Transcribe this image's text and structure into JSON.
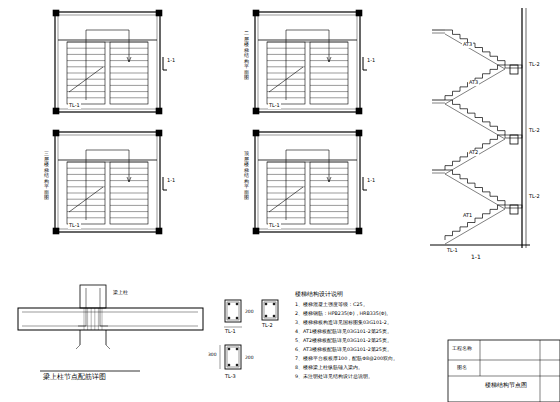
{
  "diagram": {
    "labels": [
      "1-1",
      "1-1",
      "1-1",
      "1-1",
      "二层楼梯结构平面图",
      "三层楼梯结构平面图",
      "顶层楼梯结构平面图",
      "TL-1",
      "TL-1",
      "TL-1",
      "TL-1",
      "AT1",
      "AT2",
      "AT3",
      "AT3",
      "TL-2",
      "TL-2",
      "TL-2",
      "TL-1",
      "1-1",
      "梁上柱节点配筋详图",
      "梁上柱",
      "TL-1",
      "TL-2",
      "TL-3",
      "200",
      "300",
      "200",
      "楼梯结构设计说明",
      "1、楼梯混凝土强度等级：C25。",
      "2、楼梯钢筋：HPB235(Φ)，HRB335(Φ)。",
      "3、楼梯梯板构造详见国标图集03G101-2。",
      "4、AT1楼梯板配筋详见03G101-2第25页。",
      "5、AT2楼梯板配筋详见03G101-2第25页。",
      "6、AT3楼梯板配筋详见03G101-2第25页。",
      "7、楼梯平台板板厚100，配筋Φ8@200双向。",
      "8、楼梯梁上柱纵筋锚入梁内。",
      "9、未注明处详见结构设计总说明。",
      "工程名称",
      "图名",
      "楼梯结构节点图"
    ]
  }
}
